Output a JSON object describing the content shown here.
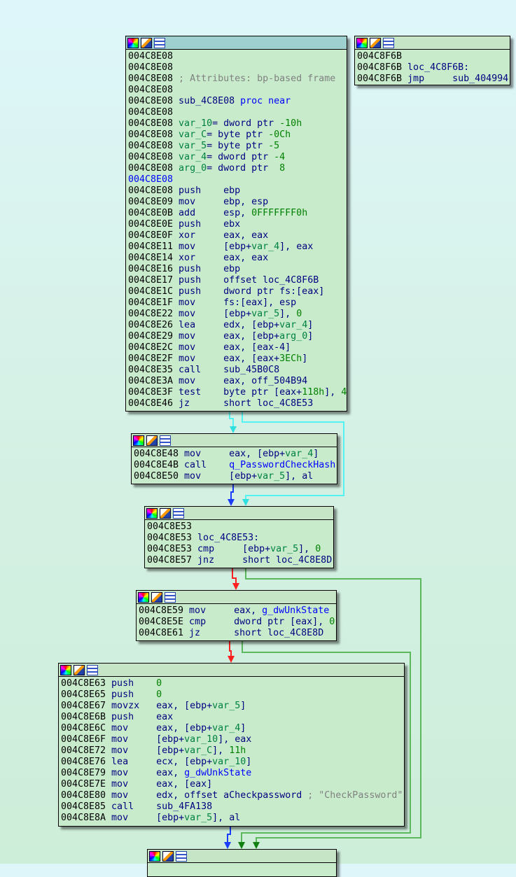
{
  "colors": {
    "cyan": "#55f2f2",
    "blue": "#1a3cff",
    "red": "#ff2020",
    "green": "#5cb85c"
  },
  "blocks": [
    {
      "id": "sub_4C8E08",
      "active": true,
      "lines": [
        {
          "addr": "004C8E08",
          "parts": []
        },
        {
          "addr": "004C8E08",
          "parts": []
        },
        {
          "addr": "004C8E08",
          "parts": [
            {
              "t": " ; Attributes: bp-based frame",
              "c": "cmt"
            }
          ]
        },
        {
          "addr": "004C8E08",
          "parts": []
        },
        {
          "addr": "004C8E08",
          "parts": [
            {
              "t": " sub_4C8E08 ",
              "c": "op"
            },
            {
              "t": "proc near",
              "c": "kw"
            }
          ]
        },
        {
          "addr": "004C8E08",
          "parts": []
        },
        {
          "addr": "004C8E08",
          "parts": [
            {
              "t": " var_10",
              "c": "var"
            },
            {
              "t": "= dword ptr ",
              "c": "op"
            },
            {
              "t": "-10h",
              "c": "num"
            }
          ]
        },
        {
          "addr": "004C8E08",
          "parts": [
            {
              "t": " var_C",
              "c": "var"
            },
            {
              "t": "= byte ptr ",
              "c": "op"
            },
            {
              "t": "-0Ch",
              "c": "num"
            }
          ]
        },
        {
          "addr": "004C8E08",
          "parts": [
            {
              "t": " var_5",
              "c": "var"
            },
            {
              "t": "= byte ptr ",
              "c": "op"
            },
            {
              "t": "-5",
              "c": "num"
            }
          ]
        },
        {
          "addr": "004C8E08",
          "parts": [
            {
              "t": " var_4",
              "c": "var"
            },
            {
              "t": "= dword ptr ",
              "c": "op"
            },
            {
              "t": "-4",
              "c": "num"
            }
          ]
        },
        {
          "addr": "004C8E08",
          "parts": [
            {
              "t": " arg_0",
              "c": "var"
            },
            {
              "t": "= dword ptr  ",
              "c": "op"
            },
            {
              "t": "8",
              "c": "num"
            }
          ]
        },
        {
          "addr": "004C8E08",
          "blue": true,
          "parts": []
        },
        {
          "addr": "004C8E08",
          "parts": [
            {
              "t": " push    ",
              "c": "mn"
            },
            {
              "t": "ebp",
              "c": "op"
            }
          ]
        },
        {
          "addr": "004C8E09",
          "parts": [
            {
              "t": " mov     ",
              "c": "mn"
            },
            {
              "t": "ebp, esp",
              "c": "op"
            }
          ]
        },
        {
          "addr": "004C8E0B",
          "parts": [
            {
              "t": " add     ",
              "c": "mn"
            },
            {
              "t": "esp, ",
              "c": "op"
            },
            {
              "t": "0FFFFFFF0h",
              "c": "num"
            }
          ]
        },
        {
          "addr": "004C8E0E",
          "parts": [
            {
              "t": " push    ",
              "c": "mn"
            },
            {
              "t": "ebx",
              "c": "op"
            }
          ]
        },
        {
          "addr": "004C8E0F",
          "parts": [
            {
              "t": " xor     ",
              "c": "mn"
            },
            {
              "t": "eax, eax",
              "c": "op"
            }
          ]
        },
        {
          "addr": "004C8E11",
          "parts": [
            {
              "t": " mov     ",
              "c": "mn"
            },
            {
              "t": "[ebp+",
              "c": "op"
            },
            {
              "t": "var_4",
              "c": "var"
            },
            {
              "t": "], eax",
              "c": "op"
            }
          ]
        },
        {
          "addr": "004C8E14",
          "parts": [
            {
              "t": " xor     ",
              "c": "mn"
            },
            {
              "t": "eax, eax",
              "c": "op"
            }
          ]
        },
        {
          "addr": "004C8E16",
          "parts": [
            {
              "t": " push    ",
              "c": "mn"
            },
            {
              "t": "ebp",
              "c": "op"
            }
          ]
        },
        {
          "addr": "004C8E17",
          "parts": [
            {
              "t": " push    ",
              "c": "mn"
            },
            {
              "t": "offset loc_4C8F6B",
              "c": "op"
            }
          ]
        },
        {
          "addr": "004C8E1C",
          "parts": [
            {
              "t": " push    ",
              "c": "mn"
            },
            {
              "t": "dword ptr fs:[eax]",
              "c": "op"
            }
          ]
        },
        {
          "addr": "004C8E1F",
          "parts": [
            {
              "t": " mov     ",
              "c": "mn"
            },
            {
              "t": "fs:[eax], esp",
              "c": "op"
            }
          ]
        },
        {
          "addr": "004C8E22",
          "parts": [
            {
              "t": " mov     ",
              "c": "mn"
            },
            {
              "t": "[ebp+",
              "c": "op"
            },
            {
              "t": "var_5",
              "c": "var"
            },
            {
              "t": "], ",
              "c": "op"
            },
            {
              "t": "0",
              "c": "num"
            }
          ]
        },
        {
          "addr": "004C8E26",
          "parts": [
            {
              "t": " lea     ",
              "c": "mn"
            },
            {
              "t": "edx, [ebp+",
              "c": "op"
            },
            {
              "t": "var_4",
              "c": "var"
            },
            {
              "t": "]",
              "c": "op"
            }
          ]
        },
        {
          "addr": "004C8E29",
          "parts": [
            {
              "t": " mov     ",
              "c": "mn"
            },
            {
              "t": "eax, [ebp+",
              "c": "op"
            },
            {
              "t": "arg_0",
              "c": "var"
            },
            {
              "t": "]",
              "c": "op"
            }
          ]
        },
        {
          "addr": "004C8E2C",
          "parts": [
            {
              "t": " mov     ",
              "c": "mn"
            },
            {
              "t": "eax, [eax-4]",
              "c": "op"
            }
          ]
        },
        {
          "addr": "004C8E2F",
          "parts": [
            {
              "t": " mov     ",
              "c": "mn"
            },
            {
              "t": "eax, [eax+",
              "c": "op"
            },
            {
              "t": "3ECh",
              "c": "num"
            },
            {
              "t": "]",
              "c": "op"
            }
          ]
        },
        {
          "addr": "004C8E35",
          "parts": [
            {
              "t": " call    ",
              "c": "mn"
            },
            {
              "t": "sub_45B0C8",
              "c": "op"
            }
          ]
        },
        {
          "addr": "004C8E3A",
          "parts": [
            {
              "t": " mov     ",
              "c": "mn"
            },
            {
              "t": "eax, off_504B94",
              "c": "op"
            }
          ]
        },
        {
          "addr": "004C8E3F",
          "parts": [
            {
              "t": " test    ",
              "c": "mn"
            },
            {
              "t": "byte ptr [eax+",
              "c": "op"
            },
            {
              "t": "118h",
              "c": "num"
            },
            {
              "t": "], ",
              "c": "op"
            },
            {
              "t": "4",
              "c": "num"
            }
          ]
        },
        {
          "addr": "004C8E46",
          "parts": [
            {
              "t": " jz      ",
              "c": "mn"
            },
            {
              "t": "short loc_4C8E53",
              "c": "op"
            }
          ]
        }
      ]
    },
    {
      "id": "loc_4C8F6B",
      "lines": [
        {
          "addr": "004C8F6B",
          "parts": []
        },
        {
          "addr": "004C8F6B",
          "parts": [
            {
              "t": " loc_4C8F6B:",
              "c": "op"
            }
          ]
        },
        {
          "addr": "004C8F6B",
          "parts": [
            {
              "t": " jmp     ",
              "c": "mn"
            },
            {
              "t": "sub_404994",
              "c": "op"
            }
          ]
        }
      ]
    },
    {
      "id": "block_4C8E48",
      "lines": [
        {
          "addr": "004C8E48",
          "parts": [
            {
              "t": " mov     ",
              "c": "mn"
            },
            {
              "t": "eax, [ebp+",
              "c": "op"
            },
            {
              "t": "var_4",
              "c": "var"
            },
            {
              "t": "]",
              "c": "op"
            }
          ]
        },
        {
          "addr": "004C8E4B",
          "parts": [
            {
              "t": " call    ",
              "c": "mn"
            },
            {
              "t": "q_PasswordCheckHash",
              "c": "name"
            }
          ]
        },
        {
          "addr": "004C8E50",
          "parts": [
            {
              "t": " mov     ",
              "c": "mn"
            },
            {
              "t": "[ebp+",
              "c": "op"
            },
            {
              "t": "var_5",
              "c": "var"
            },
            {
              "t": "], al",
              "c": "op"
            }
          ]
        }
      ]
    },
    {
      "id": "loc_4C8E53",
      "lines": [
        {
          "addr": "004C8E53",
          "parts": []
        },
        {
          "addr": "004C8E53",
          "parts": [
            {
              "t": " loc_4C8E53:",
              "c": "op"
            }
          ]
        },
        {
          "addr": "004C8E53",
          "parts": [
            {
              "t": " cmp     ",
              "c": "mn"
            },
            {
              "t": "[ebp+",
              "c": "op"
            },
            {
              "t": "var_5",
              "c": "var"
            },
            {
              "t": "], ",
              "c": "op"
            },
            {
              "t": "0",
              "c": "num"
            }
          ]
        },
        {
          "addr": "004C8E57",
          "parts": [
            {
              "t": " jnz     ",
              "c": "mn"
            },
            {
              "t": "short loc_4C8E8D",
              "c": "op"
            }
          ]
        }
      ]
    },
    {
      "id": "block_4C8E59",
      "lines": [
        {
          "addr": "004C8E59",
          "parts": [
            {
              "t": " mov     ",
              "c": "mn"
            },
            {
              "t": "eax, ",
              "c": "op"
            },
            {
              "t": "g_dwUnkState",
              "c": "name"
            }
          ]
        },
        {
          "addr": "004C8E5E",
          "parts": [
            {
              "t": " cmp     ",
              "c": "mn"
            },
            {
              "t": "dword ptr [eax], ",
              "c": "op"
            },
            {
              "t": "0",
              "c": "num"
            }
          ]
        },
        {
          "addr": "004C8E61",
          "parts": [
            {
              "t": " jz      ",
              "c": "mn"
            },
            {
              "t": "short loc_4C8E8D",
              "c": "op"
            }
          ]
        }
      ]
    },
    {
      "id": "block_4C8E63",
      "lines": [
        {
          "addr": "004C8E63",
          "parts": [
            {
              "t": " push    ",
              "c": "mn"
            },
            {
              "t": "0",
              "c": "num"
            }
          ]
        },
        {
          "addr": "004C8E65",
          "parts": [
            {
              "t": " push    ",
              "c": "mn"
            },
            {
              "t": "0",
              "c": "num"
            }
          ]
        },
        {
          "addr": "004C8E67",
          "parts": [
            {
              "t": " movzx   ",
              "c": "mn"
            },
            {
              "t": "eax, [ebp+",
              "c": "op"
            },
            {
              "t": "var_5",
              "c": "var"
            },
            {
              "t": "]",
              "c": "op"
            }
          ]
        },
        {
          "addr": "004C8E6B",
          "parts": [
            {
              "t": " push    ",
              "c": "mn"
            },
            {
              "t": "eax",
              "c": "op"
            }
          ]
        },
        {
          "addr": "004C8E6C",
          "parts": [
            {
              "t": " mov     ",
              "c": "mn"
            },
            {
              "t": "eax, [ebp+",
              "c": "op"
            },
            {
              "t": "var_4",
              "c": "var"
            },
            {
              "t": "]",
              "c": "op"
            }
          ]
        },
        {
          "addr": "004C8E6F",
          "parts": [
            {
              "t": " mov     ",
              "c": "mn"
            },
            {
              "t": "[ebp+",
              "c": "op"
            },
            {
              "t": "var_10",
              "c": "var"
            },
            {
              "t": "], eax",
              "c": "op"
            }
          ]
        },
        {
          "addr": "004C8E72",
          "parts": [
            {
              "t": " mov     ",
              "c": "mn"
            },
            {
              "t": "[ebp+",
              "c": "op"
            },
            {
              "t": "var_C",
              "c": "var"
            },
            {
              "t": "], ",
              "c": "op"
            },
            {
              "t": "11h",
              "c": "num"
            }
          ]
        },
        {
          "addr": "004C8E76",
          "parts": [
            {
              "t": " lea     ",
              "c": "mn"
            },
            {
              "t": "ecx, [ebp+",
              "c": "op"
            },
            {
              "t": "var_10",
              "c": "var"
            },
            {
              "t": "]",
              "c": "op"
            }
          ]
        },
        {
          "addr": "004C8E79",
          "parts": [
            {
              "t": " mov     ",
              "c": "mn"
            },
            {
              "t": "eax, ",
              "c": "op"
            },
            {
              "t": "g_dwUnkState",
              "c": "name"
            }
          ]
        },
        {
          "addr": "004C8E7E",
          "parts": [
            {
              "t": " mov     ",
              "c": "mn"
            },
            {
              "t": "eax, [eax]",
              "c": "op"
            }
          ]
        },
        {
          "addr": "004C8E80",
          "parts": [
            {
              "t": " mov     ",
              "c": "mn"
            },
            {
              "t": "edx, offset aCheckpassword ",
              "c": "op"
            },
            {
              "t": "; \"CheckPassword\"",
              "c": "cmt"
            }
          ]
        },
        {
          "addr": "004C8E85",
          "parts": [
            {
              "t": " call    ",
              "c": "mn"
            },
            {
              "t": "sub_4FA138",
              "c": "op"
            }
          ]
        },
        {
          "addr": "004C8E8A",
          "parts": [
            {
              "t": " mov     ",
              "c": "mn"
            },
            {
              "t": "[ebp+",
              "c": "op"
            },
            {
              "t": "var_5",
              "c": "var"
            },
            {
              "t": "], al",
              "c": "op"
            }
          ]
        }
      ]
    },
    {
      "id": "loc_4C8E8D",
      "lines": []
    }
  ]
}
